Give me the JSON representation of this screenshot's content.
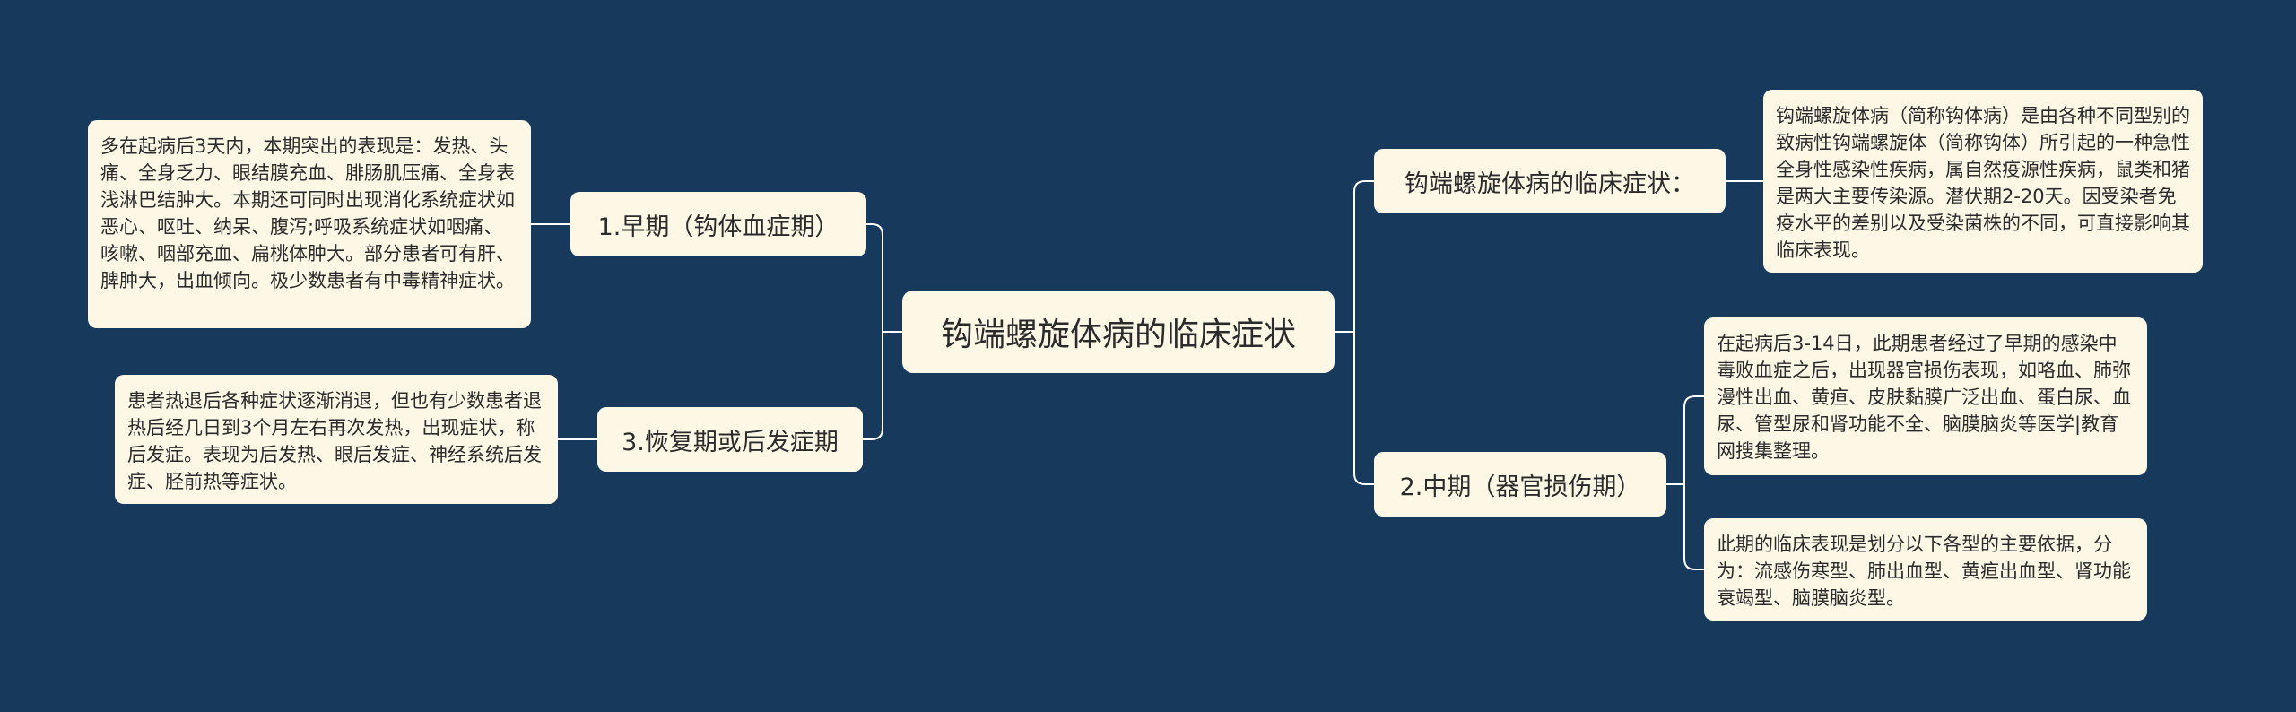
{
  "colors": {
    "background": "#173a5c",
    "node_fill": "#fdf8e6",
    "link": "#ffffff",
    "text": "#2b2b2b"
  },
  "root": {
    "label": "钩端螺旋体病的临床症状"
  },
  "branches": {
    "early": {
      "label": "1.早期（钩体血症期）",
      "detail": "多在起病后3天内，本期突出的表现是：发热、头痛、全身乏力、眼结膜充血、腓肠肌压痛、全身表浅淋巴结肿大。本期还可同时出现消化系统症状如恶心、呕吐、纳呆、腹泻;呼吸系统症状如咽痛、咳嗽、咽部充血、扁桃体肿大。部分患者可有肝、脾肿大，出血倾向。极少数患者有中毒精神症状。"
    },
    "recovery": {
      "label": "3.恢复期或后发症期",
      "detail": "患者热退后各种症状逐渐消退，但也有少数患者退热后经几日到3个月左右再次发热，出现症状，称后发症。表现为后发热、眼后发症、神经系统后发症、胫前热等症状。"
    },
    "symptoms": {
      "label": "钩端螺旋体病的临床症状：",
      "detail": "钩端螺旋体病（简称钩体病）是由各种不同型别的致病性钩端螺旋体（简称钩体）所引起的一种急性全身性感染性疾病，属自然疫源性疾病，鼠类和猪是两大主要传染源。潜伏期2-20天。因受染者免疫水平的差别以及受染菌株的不同，可直接影响其临床表现。"
    },
    "middle": {
      "label": "2.中期（器官损伤期）",
      "details": [
        "在起病后3-14日，此期患者经过了早期的感染中毒败血症之后，出现器官损伤表现，如咯血、肺弥漫性出血、黄疸、皮肤黏膜广泛出血、蛋白尿、血尿、管型尿和肾功能不全、脑膜脑炎等医学|教育网搜集整理。",
        "此期的临床表现是划分以下各型的主要依据，分为：流感伤寒型、肺出血型、黄疸出血型、肾功能衰竭型、脑膜脑炎型。"
      ]
    }
  }
}
